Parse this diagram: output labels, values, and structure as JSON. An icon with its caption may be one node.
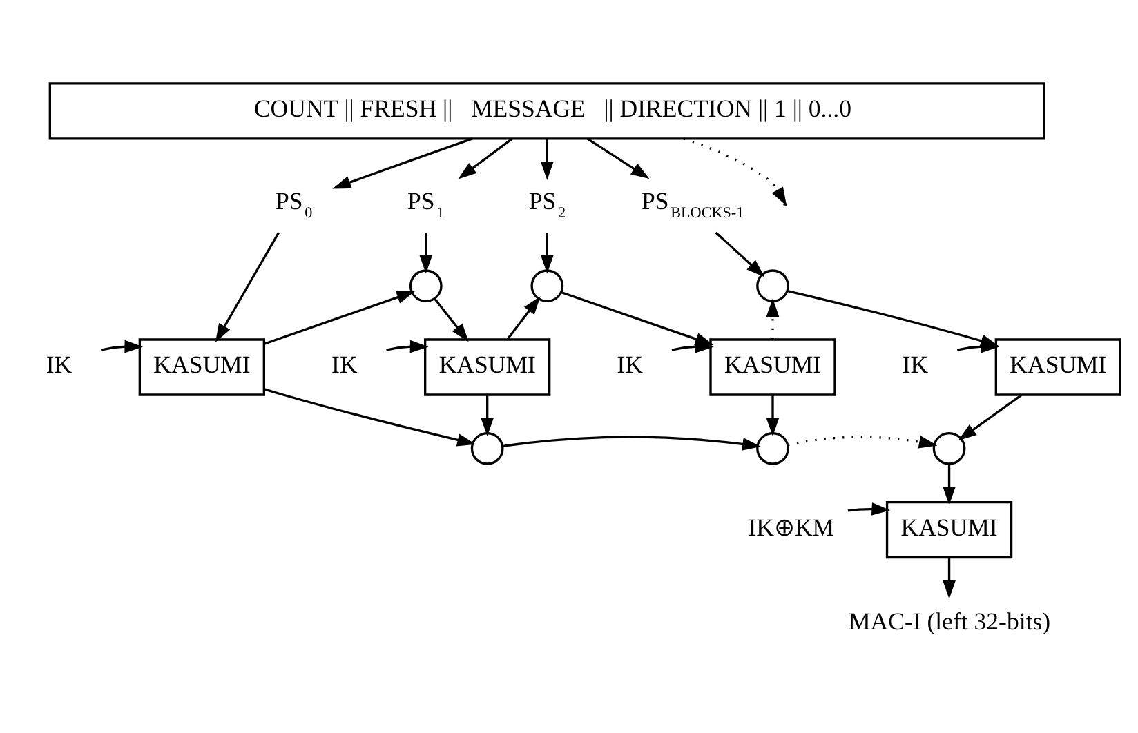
{
  "diagram": {
    "nodes": [
      {
        "text": [
          "COUNT || FRESH ||   MESSAGE   || DIRECTION || 1 || 0...0"
        ]
      },
      {
        "text": [
          "PS$_{0}$"
        ]
      },
      {
        "text": [
          "PS$_{1}$"
        ]
      },
      {
        "text": [
          "PS$_{2}$"
        ]
      },
      {
        "text": [
          "PS$_{BLOCKS-1}$"
        ]
      },
      {
        "text": [],
        "shape": "circle"
      },
      {
        "text": [],
        "shape": "circle"
      },
      {
        "text": [],
        "shape": "circle"
      },
      {
        "text": [
          "KASUMI"
        ]
      },
      {
        "text": [
          "KASUMI"
        ]
      },
      {
        "text": [
          "KASUMI"
        ]
      },
      {
        "text": [
          "KASUMI"
        ]
      },
      {
        "text": [],
        "shape": "circle"
      },
      {
        "text": [],
        "shape": "circle"
      },
      {
        "text": [],
        "shape": "circle"
      },
      {
        "text": [
          "KASUMI"
        ]
      },
      {
        "text": [
          "MAC-I (left 32-bits)"
        ]
      },
      {
        "text": [
          "IK"
        ]
      },
      {
        "text": [
          "IK"
        ]
      },
      {
        "text": [
          "IK"
        ]
      },
      {
        "text": [
          "IK"
        ]
      },
      {
        "text": [
          "IK⊕KM"
        ]
      }
    ],
    "edges": [
      {
        "from": 0,
        "to": 1,
        "arrow": "to"
      },
      {
        "from": 0,
        "to": 2,
        "arrow": "to"
      },
      {
        "from": 0,
        "to": 3,
        "arrow": "to"
      },
      {
        "from": 0,
        "to": null,
        "arrow": "to",
        "style": "dashed"
      },
      {
        "from": 0,
        "to": 4,
        "arrow": "to"
      },
      {
        "from": 1,
        "to": 8,
        "arrow": "to"
      },
      {
        "from": 2,
        "to": 5,
        "arrow": "to"
      },
      {
        "from": 3,
        "to": 6,
        "arrow": "to"
      },
      {
        "from": 4,
        "to": 7,
        "arrow": "to"
      },
      {
        "from": 8,
        "to": 5,
        "arrow": "to"
      },
      {
        "from": 9,
        "to": 6,
        "arrow": "to"
      },
      {
        "from": 10,
        "to": 7,
        "arrow": "to",
        "style": "dashed"
      },
      {
        "from": 5,
        "to": 9,
        "arrow": "to"
      },
      {
        "from": 6,
        "to": 10,
        "arrow": "to"
      },
      {
        "from": 7,
        "to": 11,
        "arrow": "to"
      },
      {
        "from": 17,
        "to": 8,
        "arrow": "to"
      },
      {
        "from": 18,
        "to": 9,
        "arrow": "to"
      },
      {
        "from": 19,
        "to": 10,
        "arrow": "to"
      },
      {
        "from": 20,
        "to": 11,
        "arrow": "to"
      },
      {
        "from": 8,
        "to": 12,
        "arrow": "to"
      },
      {
        "from": 9,
        "to": 12,
        "arrow": "to"
      },
      {
        "from": 10,
        "to": 13,
        "arrow": "to"
      },
      {
        "from": 11,
        "to": 14,
        "arrow": "to"
      },
      {
        "from": 12,
        "to": 13,
        "arrow": "to"
      },
      {
        "from": 13,
        "to": 14,
        "arrow": "to",
        "style": "dashed"
      },
      {
        "from": 14,
        "to": 15,
        "arrow": "to"
      },
      {
        "from": 21,
        "to": 15,
        "arrow": "to"
      },
      {
        "from": 15,
        "to": 16,
        "arrow": "to"
      }
    ]
  }
}
